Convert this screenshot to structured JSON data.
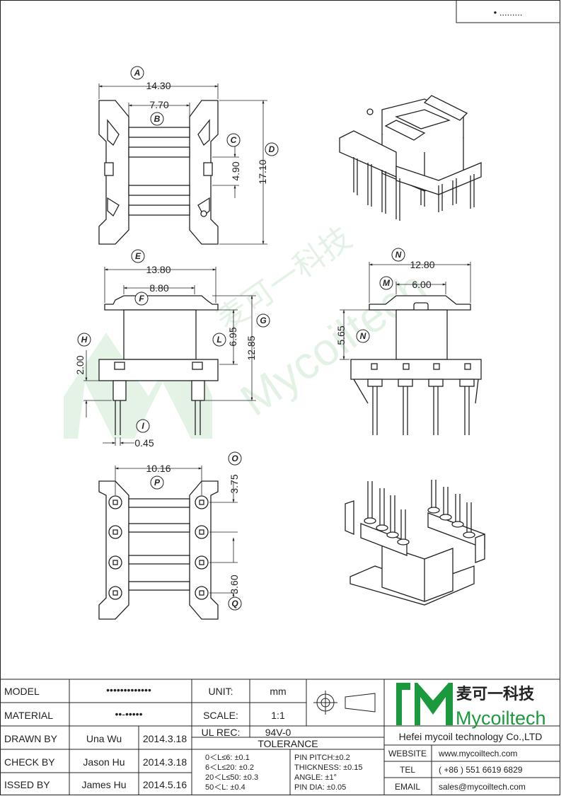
{
  "header_code": "• .........",
  "views": {
    "top": {
      "A": {
        "label": "A",
        "value": "14.30"
      },
      "B": {
        "label": "B",
        "value": "7.70"
      },
      "C": {
        "label": "C",
        "value": "4.90"
      },
      "D": {
        "label": "D",
        "value": "17.10"
      }
    },
    "front": {
      "E": {
        "label": "E",
        "value": "13.80"
      },
      "F": {
        "label": "F",
        "value": "8.80"
      },
      "G": {
        "label": "G",
        "value": "12.85"
      },
      "H": {
        "label": "H",
        "value": "2.00"
      },
      "I": {
        "label": "I",
        "value": "0.45"
      },
      "L": {
        "label": "L",
        "value": "6.95"
      }
    },
    "side": {
      "N_top": {
        "label": "N",
        "value": "12.80"
      },
      "M": {
        "label": "M",
        "value": "6.00"
      },
      "N_side": {
        "label": "N",
        "value": "5.65"
      }
    },
    "bottom": {
      "O": {
        "label": "O",
        "value": "3.75"
      },
      "P": {
        "label": "P",
        "value": "10.16"
      },
      "Q": {
        "label": "Q",
        "value": "3.60"
      }
    }
  },
  "watermark": {
    "text": "Mycoiltech",
    "cn": "麦可一科技"
  },
  "title_block": {
    "model_label": "MODEL",
    "model_value": "•••••••••••••",
    "material_label": "MATERIAL",
    "material_value": "••-•••••",
    "drawn_label": "DRAWN BY",
    "drawn_name": "Una Wu",
    "drawn_date": "2014.3.18",
    "check_label": "CHECK BY",
    "check_name": "Jason Hu",
    "check_date": "2014.3.18",
    "issued_label": "ISSED BY",
    "issued_name": "James Hu",
    "issued_date": "2014.5.16",
    "unit_label": "UNIT:",
    "unit_value": "mm",
    "scale_label": "SCALE:",
    "scale_value": "1:1",
    "ulrec_label": "UL REC:",
    "ulrec_value": "94V-0",
    "tolerance_label": "TOLERANCE",
    "tol_1": "0＜L≤6:  ±0.1",
    "tol_2": "6＜L≤20:  ±0.2",
    "tol_3": "20＜L≤50:  ±0.3",
    "tol_4": "50＜L:  ±0.4",
    "pin_pitch": "PIN PITCH:±0.2",
    "thickness": "THICKNESS:  ±0.15",
    "angle": "ANGLE:  ±1°",
    "pin_dia": "PIN DIA:  ±0.05",
    "logo_cn": "麦可一科技",
    "logo_en": "Mycoiltech",
    "company": "Hefei mycoil technology Co.,LTD",
    "website_label": "WEBSITE",
    "website_value": "www.mycoiltech.com",
    "tel_label": "TEL",
    "tel_value": "( +86 ) 551 6619 6829",
    "email_label": "EMAIL",
    "email_value": "sales@mycoiltech.com"
  },
  "colors": {
    "logo_green": "#1a9a3c",
    "line": "#222222",
    "watermark": "#cfe9d3"
  }
}
